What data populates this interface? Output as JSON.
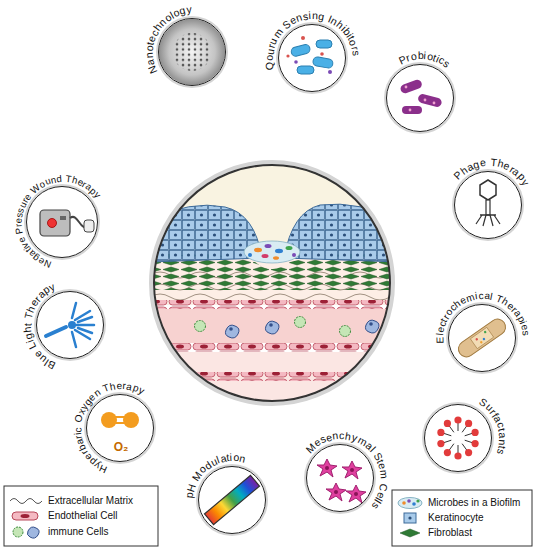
{
  "diagram": {
    "nodes": [
      {
        "text": [
          "Nanotechnology"
        ]
      },
      {
        "text": [
          "Qourum Sensing Inhibitors"
        ]
      },
      {
        "text": [
          "Probiotics"
        ]
      },
      {
        "text": [
          "Phage Therapy"
        ]
      },
      {
        "text": [
          "Electrochemical Therapies"
        ]
      },
      {
        "text": [
          "Surfactants"
        ]
      },
      {
        "text": [
          "Mesenchymal Stem Cells"
        ]
      },
      {
        "text": [
          "pH Modulation"
        ]
      },
      {
        "text": [
          "Hyperbaric Oxygen Therapy",
          "O₂"
        ]
      },
      {
        "text": [
          "Blue Light Therapy"
        ]
      },
      {
        "text": [
          "Negative Pressure Wound Therapy"
        ]
      }
    ],
    "legend": [
      {
        "text": "Extracellular Matrix"
      },
      {
        "text": "Endothelial Cell"
      },
      {
        "text": "immune Cells"
      },
      {
        "text": "Microbes in a Biofilm"
      },
      {
        "text": "Keratinocyte"
      },
      {
        "text": "Fibroblast"
      }
    ]
  }
}
